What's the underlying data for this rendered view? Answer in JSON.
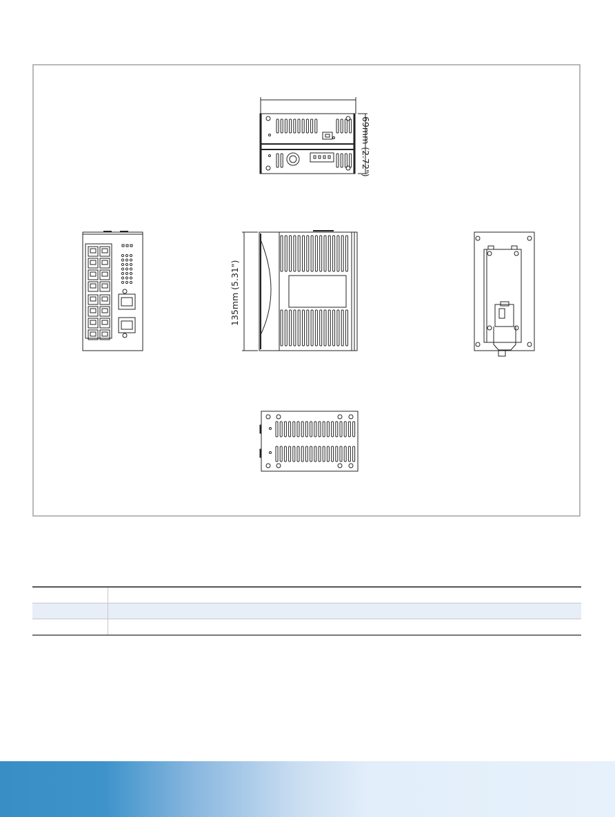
{
  "dimensions": {
    "height_label": "69mm (2.72\")",
    "depth_label": "135mm (5.31\")"
  },
  "views": [
    "top-view",
    "front-view",
    "side-view",
    "rear-view",
    "bottom-view"
  ],
  "table": {
    "rows": [
      {
        "label": "",
        "value": ""
      },
      {
        "label": "",
        "value": ""
      },
      {
        "label": "",
        "value": ""
      }
    ]
  },
  "colors": {
    "frame_border": "#b8b8b8",
    "table_shade": "#e8eef8",
    "footer_start": "#3a8ec6",
    "footer_end": "#e6f1fb"
  }
}
